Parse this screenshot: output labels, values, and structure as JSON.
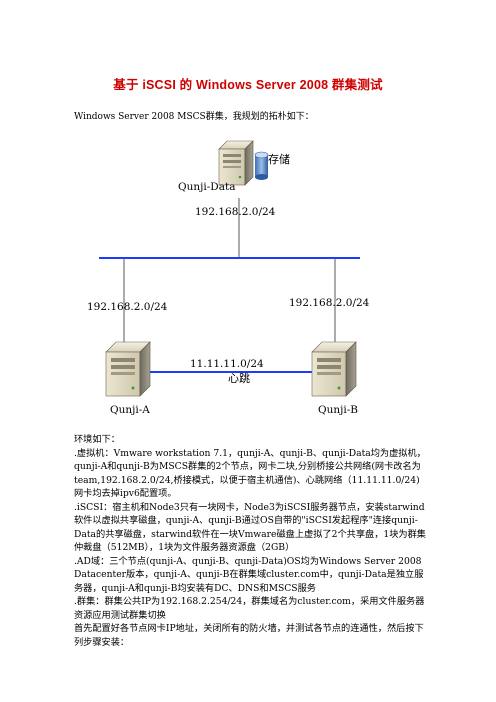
{
  "title": "基于 iSCSI 的 Windows Server 2008 群集测试",
  "intro": "Windows Server 2008 MSCS群集，我规划的拓朴如下：",
  "topology": {
    "storage_label": "存储",
    "storage_host": "Qunji-Data",
    "storage_net": "192.168.2.0/24",
    "left_net": "192.168.2.0/24",
    "right_net": "192.168.2.0/24",
    "heartbeat_net": "11.11.11.0/24",
    "heartbeat_label": "心跳",
    "node_a": "Qunji-A",
    "node_b": "Qunji-B"
  },
  "body": [
    "环境如下：",
    ".虚拟机：Vmware workstation 7.1，qunji-A、qunji-B、qunji-Data均为虚拟机，qunji-A和qunji-B为MSCS群集的2个节点，网卡二块,分别桥接公共网络(网卡改名为team,192.168.2.0/24,桥接模式，以便于宿主机通信)、心跳网络（11.11.11.0/24)网卡均去掉ipv6配置项。",
    ".iSCSI：宿主机和Node3只有一块网卡，Node3为iSCSI服务器节点，安装starwind软件以虚拟共享磁盘，qunji-A、qunji-B通过OS自带的\"iSCSI发起程序\"连接qunji-Data的共享磁盘，starwind软件在一块Vmware磁盘上虚拟了2个共享盘，1块为群集仲裁盘（512MB），1块为文件服务器资源盘（2GB）",
    ".AD域：三个节点(qunji-A、qunji-B、qunji-Data)OS均为Windows Server 2008 Datacenter版本，qunji-A、qunji-B在群集域cluster.com中，qunji-Data是独立服务器，qunji-A和qunji-B均安装有DC、DNS和MSCS服务",
    ".群集：群集公共IP为192.168.2.254/24，群集域名为cluster.com，采用文件服务器资源应用测试群集切换",
    "首先配置好各节点网卡IP地址，关闭所有的防火墙，并测试各节点的连通性，然后按下列步骤安装："
  ]
}
